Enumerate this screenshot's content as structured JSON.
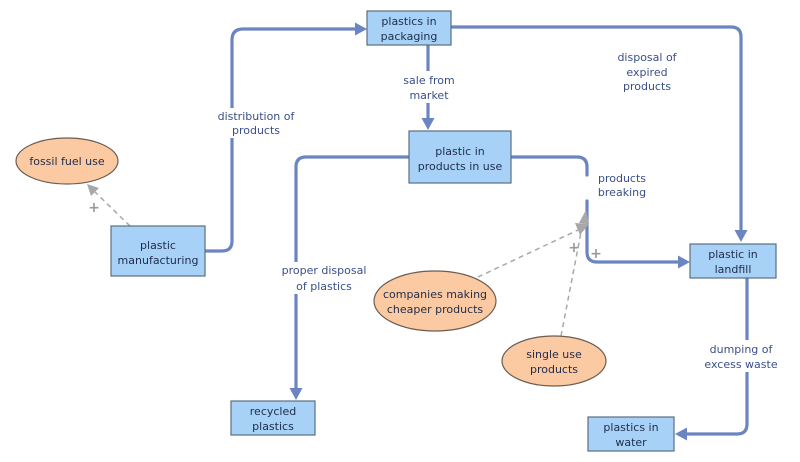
{
  "stocks": {
    "packaging": [
      "plastics in",
      "packaging"
    ],
    "in_use": [
      "plastic in",
      "products in use"
    ],
    "manufacturing": [
      "plastic",
      "manufacturing"
    ],
    "landfill": [
      "plastic in",
      "landfill"
    ],
    "recycled": [
      "recycled",
      "plastics"
    ],
    "water": [
      "plastics in",
      "water"
    ]
  },
  "variables": {
    "fossil_fuel": [
      "fossil fuel use"
    ],
    "cheaper": [
      "companies making",
      "cheaper products"
    ],
    "single_use": [
      "single use",
      "products"
    ]
  },
  "flows": {
    "distribution": [
      "distribution of",
      "products"
    ],
    "sale": [
      "sale from",
      "market"
    ],
    "expired": [
      "disposal of",
      "expired",
      "products"
    ],
    "breaking": [
      "products",
      "breaking"
    ],
    "proper_disposal": [
      "proper disposal",
      "of plastics"
    ],
    "dumping": [
      "dumping of",
      "excess waste"
    ]
  },
  "links": {
    "fossil_polarity": "+",
    "cheaper_polarity": "+",
    "single_use_polarity": "+"
  },
  "colors": {
    "stock_fill": "#a8d1f7",
    "variable_fill": "#fccaa2",
    "flow": "#6a85c2",
    "link": "#a8a8a8"
  }
}
